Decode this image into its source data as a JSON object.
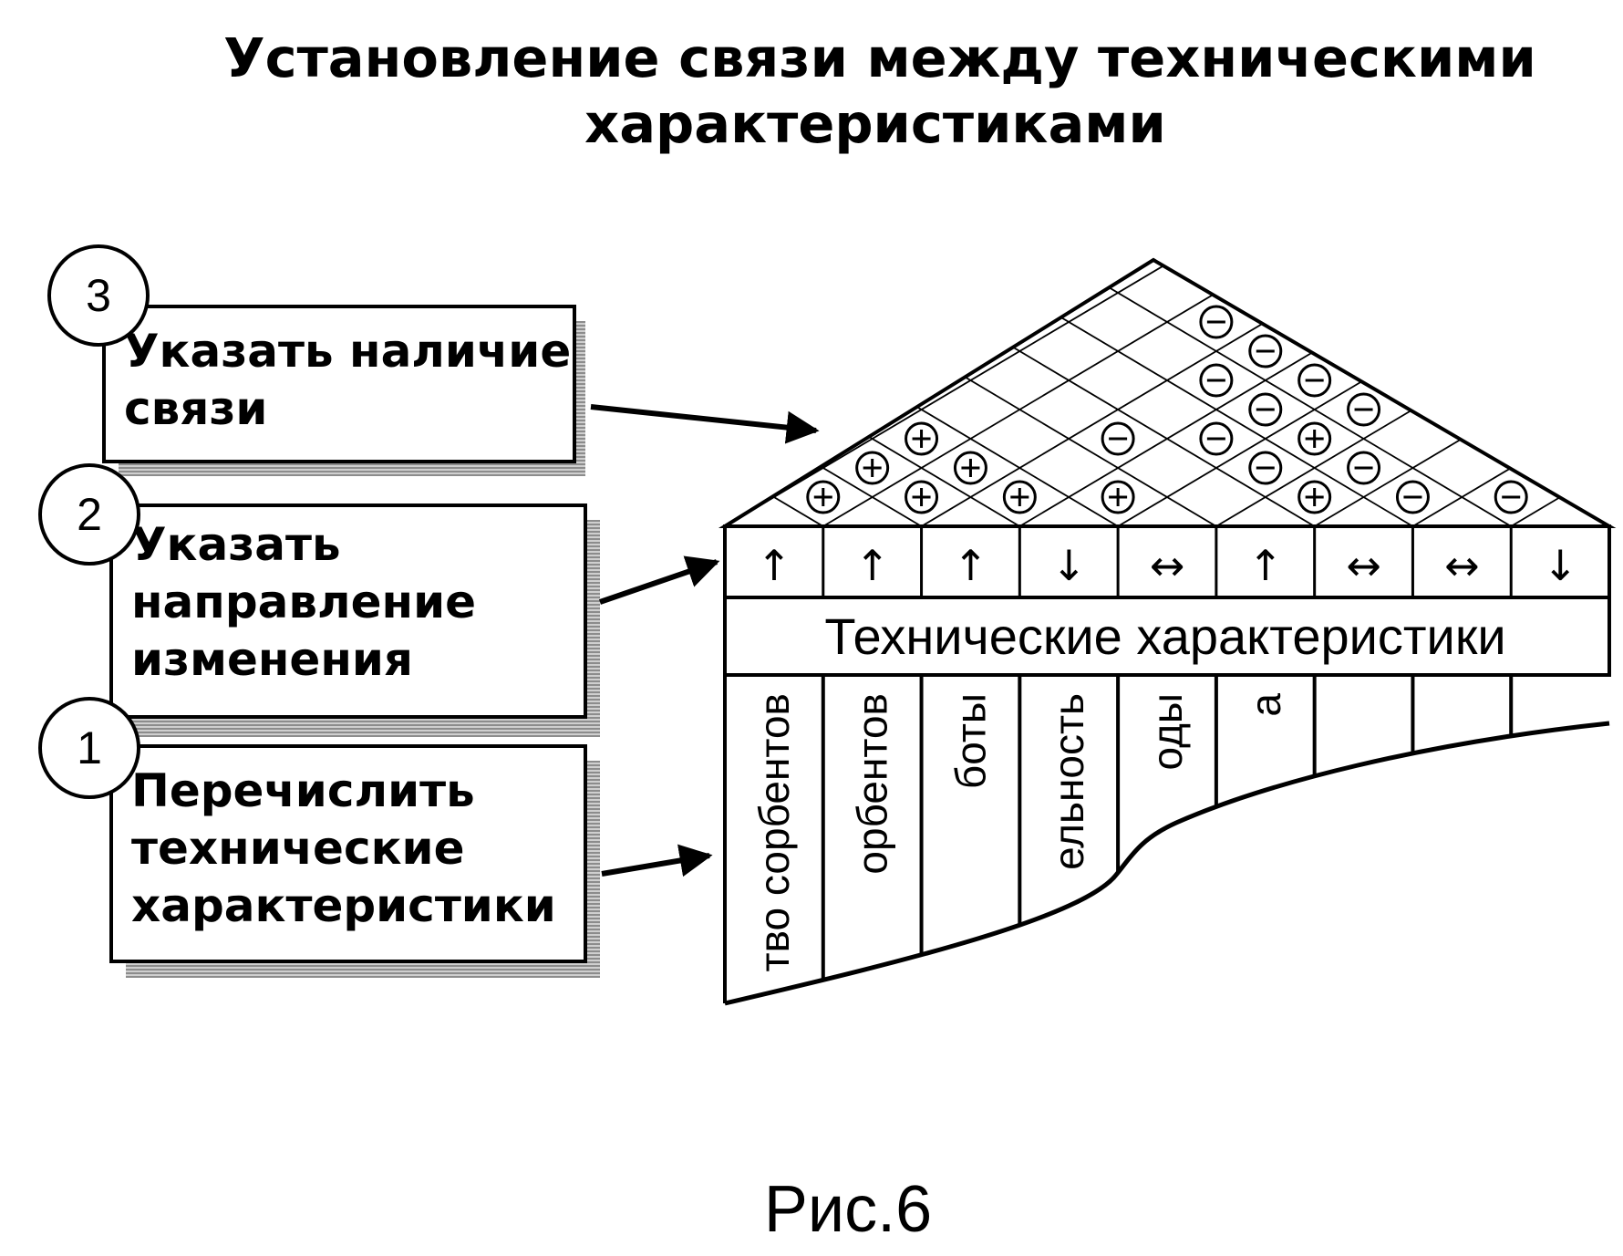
{
  "title": {
    "line1": "Установление связи между техническими",
    "line2": "характеристиками"
  },
  "steps": [
    {
      "number": "3",
      "lines": [
        "Указать наличие",
        "связи"
      ]
    },
    {
      "number": "2",
      "lines": [
        "Указать",
        "направление",
        "изменения"
      ]
    },
    {
      "number": "1",
      "lines": [
        "Перечислить",
        "технические",
        "характеристики"
      ]
    }
  ],
  "header_label": "Технические характеристики",
  "directions": [
    "↑",
    "↑",
    "↑",
    "↓",
    "↔",
    "↑",
    "↔",
    "↔",
    "↓"
  ],
  "column_labels": [
    "тво сорбентов",
    "орбентов",
    "боты",
    "ельность",
    "оды",
    "а",
    "",
    "",
    ""
  ],
  "correlations": [
    {
      "pair": [
        1,
        2
      ],
      "sign": "+"
    },
    {
      "pair": [
        2,
        3
      ],
      "sign": "+"
    },
    {
      "pair": [
        3,
        4
      ],
      "sign": "+"
    },
    {
      "pair": [
        1,
        3
      ],
      "sign": "+"
    },
    {
      "pair": [
        2,
        4
      ],
      "sign": "+"
    },
    {
      "pair": [
        1,
        4
      ],
      "sign": "+"
    },
    {
      "pair": [
        4,
        5
      ],
      "sign": "+"
    },
    {
      "pair": [
        3,
        6
      ],
      "sign": "−"
    },
    {
      "pair": [
        4,
        7
      ],
      "sign": "−"
    },
    {
      "pair": [
        4,
        8
      ],
      "sign": "−"
    },
    {
      "pair": [
        3,
        8
      ],
      "sign": "−"
    },
    {
      "pair": [
        5,
        7
      ],
      "sign": "−"
    },
    {
      "pair": [
        5,
        8
      ],
      "sign": "+"
    },
    {
      "pair": [
        5,
        9
      ],
      "sign": "−"
    },
    {
      "pair": [
        4,
        9
      ],
      "sign": "−"
    },
    {
      "pair": [
        2,
        9
      ],
      "sign": "−"
    },
    {
      "pair": [
        3,
        9
      ],
      "sign": "−"
    },
    {
      "pair": [
        6,
        7
      ],
      "sign": "+"
    },
    {
      "pair": [
        6,
        8
      ],
      "sign": "−"
    },
    {
      "pair": [
        7,
        8
      ],
      "sign": "−"
    },
    {
      "pair": [
        8,
        9
      ],
      "sign": "−"
    }
  ],
  "caption": "Рис.6"
}
